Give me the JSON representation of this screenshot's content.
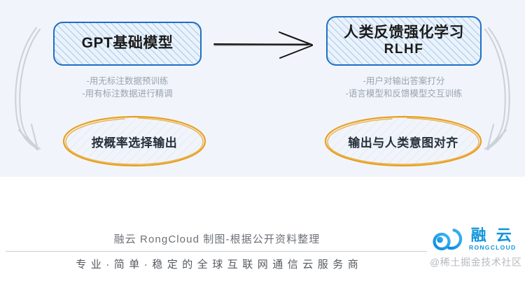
{
  "theme": {
    "canvas_bg": "#f1f5fb",
    "footer_bg": "#ffffff",
    "box_border": "#1f6fc4",
    "box_fill": "#eaf2fb",
    "ellipse_stroke": "#e8a020",
    "arrow_dark": "#1a1a1a",
    "arrow_gray": "#c9ced4",
    "desc_gray": "#9aa3ad",
    "brand_blue": "#1296db",
    "watermark_gray": "#b7bbc0"
  },
  "diagram": {
    "stage_left": {
      "box_line1": "GPT基础模型",
      "box_line2": "",
      "description": "-用无标注数据预训练\n-用有标注数据进行精调",
      "outcome": "按概率选择输出"
    },
    "stage_right": {
      "box_line1": "人类反馈强化学习",
      "box_line2": "RLHF",
      "description": "-用户对输出答案打分\n-语言模型和反馈模型交互训练",
      "outcome": "输出与人类意图对齐"
    },
    "connector_arrow": "arrow-right-icon",
    "left_flow_arrow": "curved-arrow-down-icon",
    "right_flow_arrow": "curved-arrow-down-icon"
  },
  "footer": {
    "caption": "融云 RongCloud 制图-根据公开资料整理",
    "tagline": "专业·简单·稳定的全球互联网通信云服务商",
    "logo": {
      "mark": "rongcloud-rings-icon",
      "name_cn": "融 云",
      "name_en": "RONGCLOUD"
    },
    "watermark": "@稀土掘金技术社区"
  }
}
